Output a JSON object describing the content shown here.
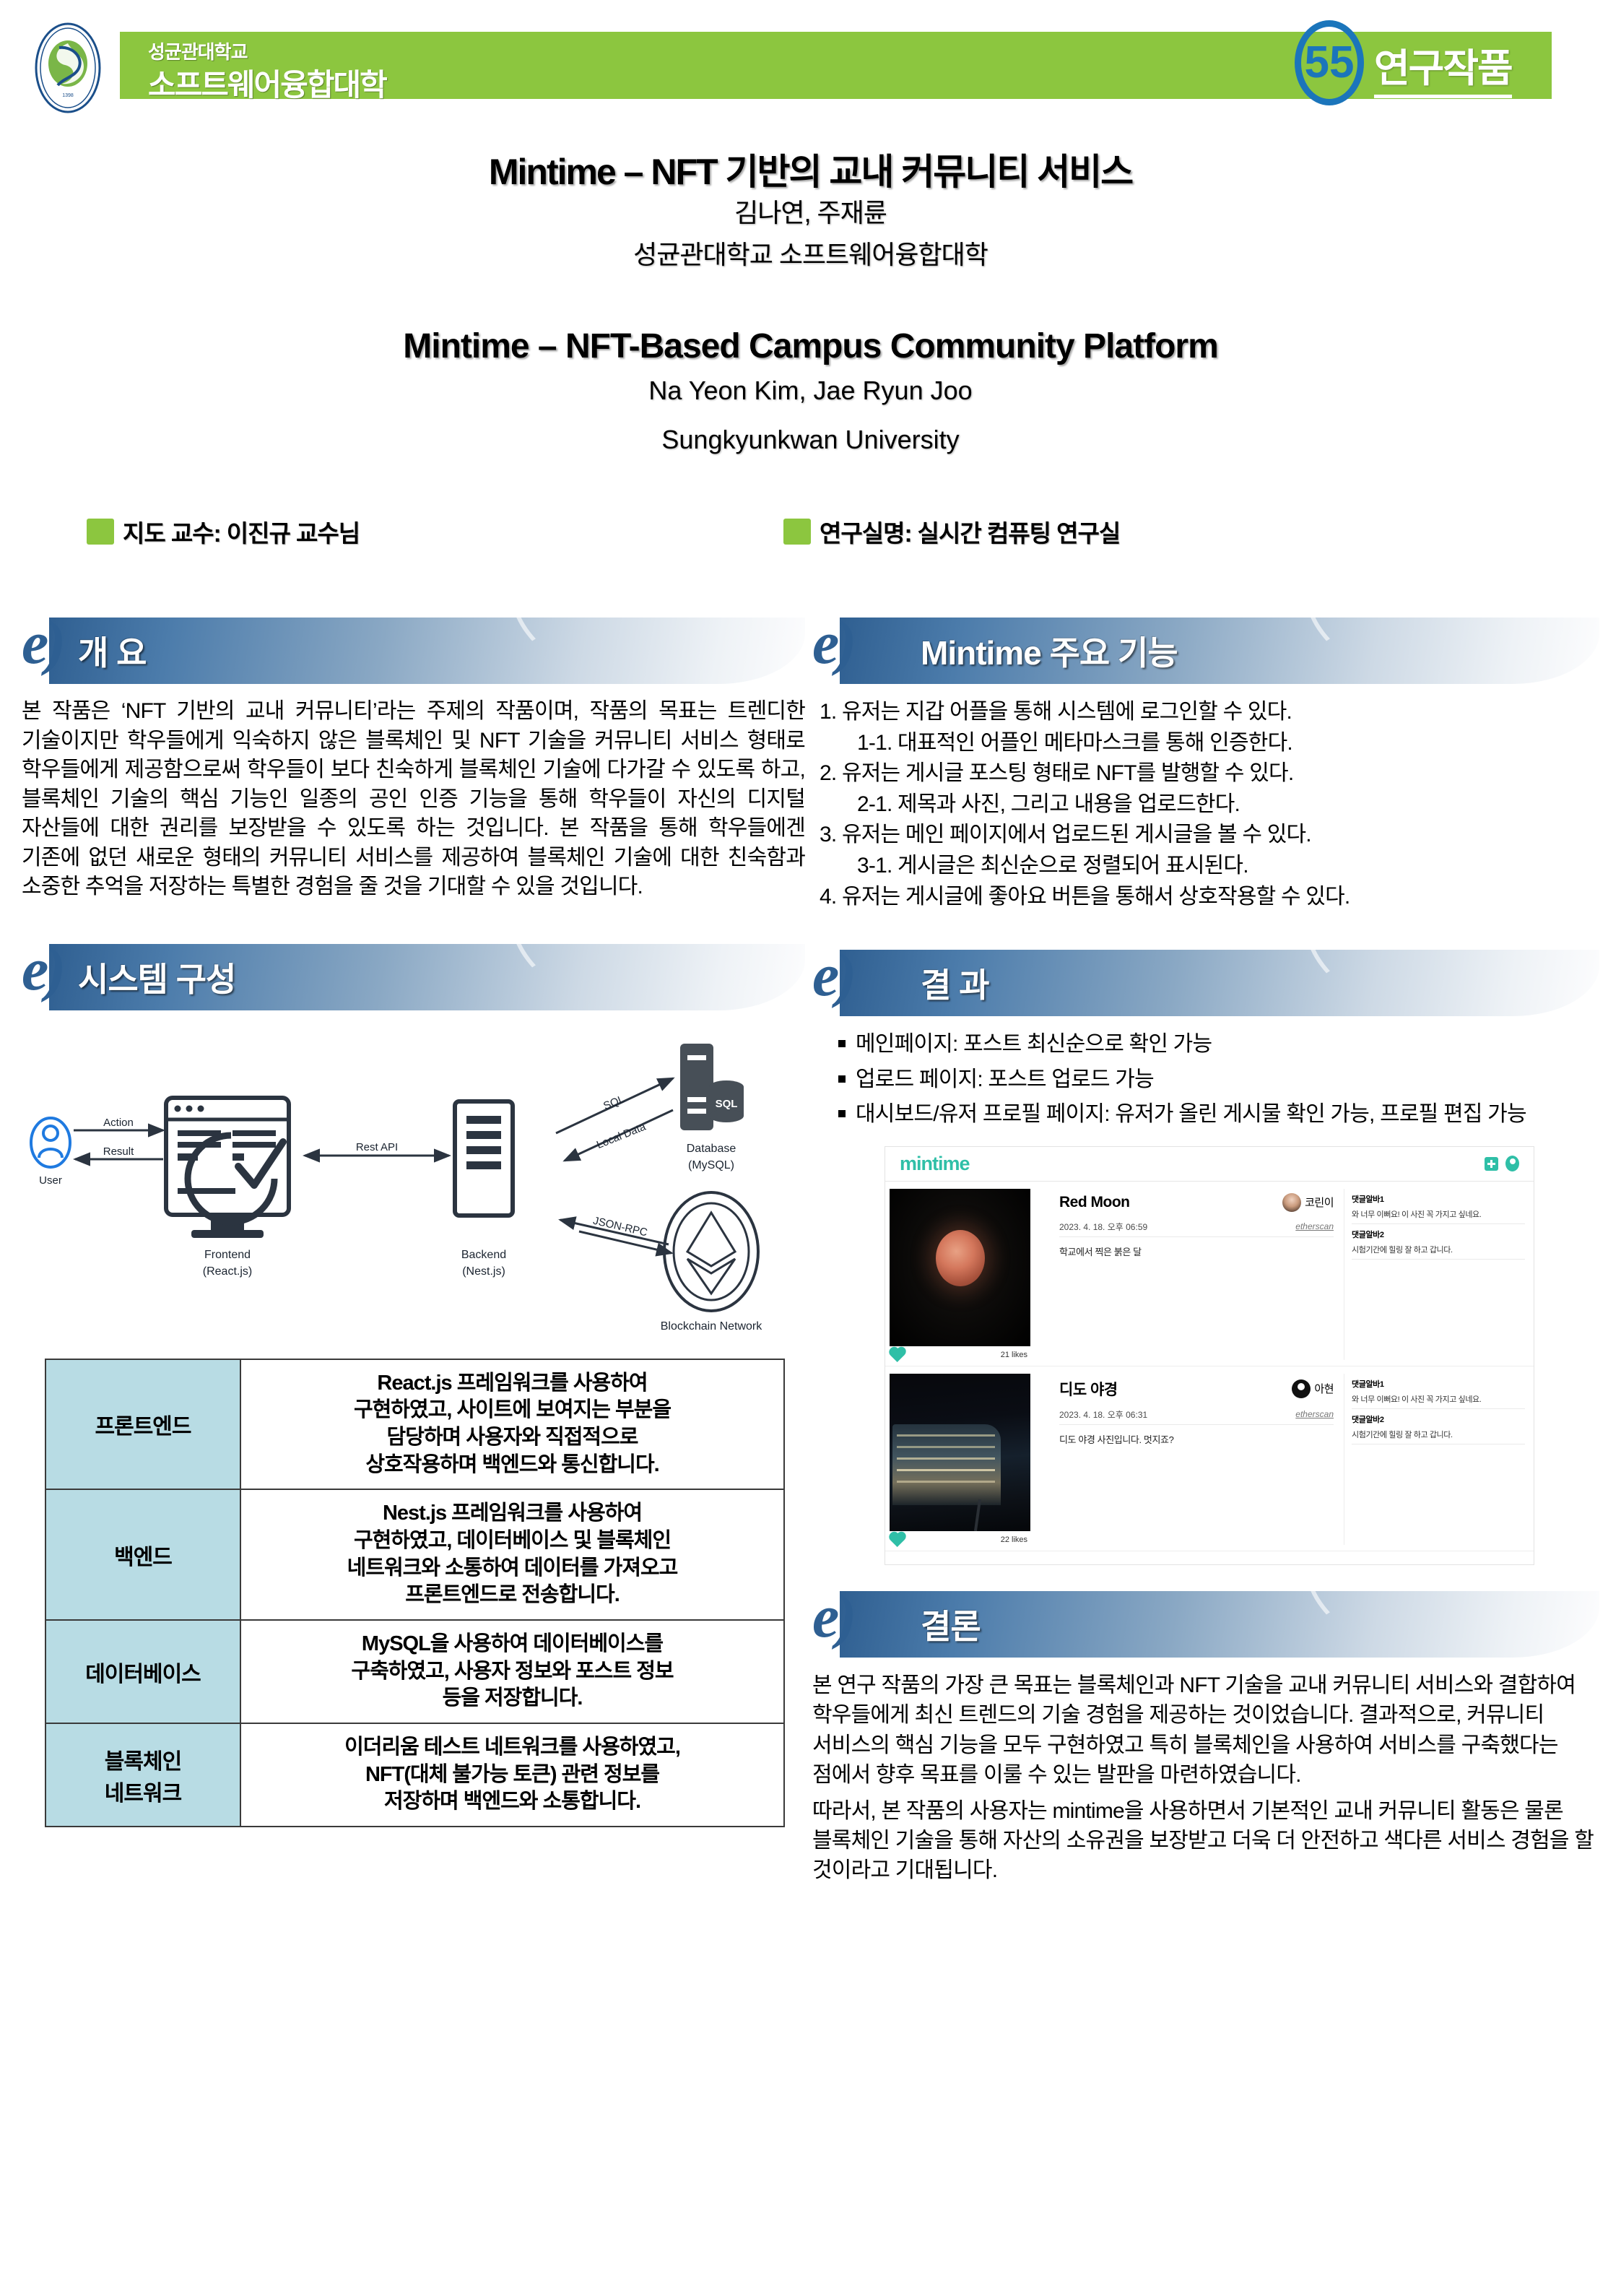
{
  "header": {
    "university": "성균관대학교",
    "college": "소프트웨어융합대학",
    "number": "55",
    "category": "연구작품",
    "seal_text": "SUNGKYUNKWAN UNIVERSITY",
    "band_color": "#8cc63f",
    "number_color": "#1b75bb"
  },
  "title": {
    "ko": "Mintime – NFT 기반의 교내 커뮤니티 서비스",
    "authors_ko": "김나연, 주재륜",
    "affiliation_ko": "성균관대학교 소프트웨어융합대학",
    "en": "Mintime – NFT-Based Campus Community Platform",
    "authors_en": "Na Yeon Kim, Jae Ryun Joo",
    "affiliation_en": "Sungkyunkwan University"
  },
  "meta": {
    "advisor": "지도 교수:  이진규 교수님",
    "lab": "연구실명: 실시간 컴퓨팅 연구실"
  },
  "sections": {
    "overview": {
      "title": "개 요",
      "body": "본 작품은 ‘NFT 기반의 교내 커뮤니티’라는 주제의 작품이며, 작품의 목표는 트렌디한 기술이지만 학우들에게 익숙하지 않은 블록체인 및 NFT 기술을 커뮤니티 서비스 형태로 학우들에게 제공함으로써 학우들이 보다 친숙하게 블록체인 기술에 다가갈 수 있도록 하고, 블록체인 기술의 핵심 기능인 일종의 공인 인증 기능을 통해 학우들이 자신의 디지털 자산들에 대한 권리를 보장받을 수 있도록 하는 것입니다. 본 작품을 통해 학우들에겐 기존에 없던 새로운 형태의 커뮤니티 서비스를 제공하여 블록체인 기술에 대한 친숙함과 소중한 추억을 저장하는 특별한 경험을 줄 것을 기대할 수 있을 것입니다."
    },
    "features": {
      "title": "Mintime 주요 기능",
      "items": [
        {
          "level": 1,
          "text": "1. 유저는 지갑 어플을 통해 시스템에 로그인할 수 있다."
        },
        {
          "level": 2,
          "text": "1-1. 대표적인 어플인 메타마스크를 통해 인증한다."
        },
        {
          "level": 1,
          "text": "2. 유저는 게시글 포스팅 형태로 NFT를 발행할 수 있다."
        },
        {
          "level": 2,
          "text": "2-1. 제목과 사진, 그리고 내용을 업로드한다."
        },
        {
          "level": 1,
          "text": "3. 유저는 메인 페이지에서 업로드된 게시글을 볼 수 있다."
        },
        {
          "level": 2,
          "text": "3-1. 게시글은 최신순으로 정렬되어 표시된다."
        },
        {
          "level": 1,
          "text": "4. 유저는 게시글에 좋아요 버튼을 통해서 상호작용할 수 있다."
        }
      ]
    },
    "results": {
      "title": "결 과",
      "items": [
        "메인페이지: 포스트 최신순으로 확인 가능",
        "업로드 페이지: 포스트 업로드 가능",
        "대시보드/유저 프로필 페이지: 유저가 올린 게시물 확인 가능, 프로필 편집 가능"
      ]
    },
    "system": {
      "title": "시스템 구성",
      "diagram": {
        "nodes": [
          {
            "id": "user",
            "label": "User"
          },
          {
            "id": "frontend",
            "label": "Frontend",
            "sub": "(React.js)"
          },
          {
            "id": "backend",
            "label": "Backend",
            "sub": "(Nest.js)"
          },
          {
            "id": "database",
            "label": "Database",
            "sub": "(MySQL)",
            "badge": "SQL"
          },
          {
            "id": "blockchain",
            "label": "Blockchain Network"
          }
        ],
        "edges": [
          {
            "label": "Action"
          },
          {
            "label": "Result"
          },
          {
            "label": "Rest API"
          },
          {
            "label": "SQL"
          },
          {
            "label": "Local Data"
          },
          {
            "label": "JSON-RPC"
          }
        ]
      },
      "table": {
        "header_bg": "#b8dce4",
        "rows": [
          {
            "key": "프론트엔드",
            "value": "React.js 프레임워크를 사용하여\n구현하였고, 사이트에 보여지는 부분을\n담당하며 사용자와 직접적으로\n상호작용하며 백엔드와 통신합니다."
          },
          {
            "key": "백엔드",
            "value": "Nest.js 프레임워크를 사용하여\n구현하였고, 데이터베이스 및 블록체인\n네트워크와 소통하여 데이터를 가져오고\n프론트엔드로 전송합니다."
          },
          {
            "key": "데이터베이스",
            "value": "MySQL을 사용하여 데이터베이스를\n구축하였고, 사용자 정보와 포스트 정보\n등을 저장합니다."
          },
          {
            "key": "블록체인\n네트워크",
            "value": "이더리움 테스트 네트워크를 사용하였고,\nNFT(대체 불가능 토큰) 관련 정보를\n저장하며 백엔드와 소통합니다."
          }
        ]
      }
    },
    "conclusion": {
      "title": "결론",
      "paragraphs": [
        "본 연구 작품의 가장 큰 목표는 블록체인과 NFT 기술을 교내 커뮤니티 서비스와 결합하여 학우들에게 최신 트렌드의 기술 경험을 제공하는 것이었습니다. 결과적으로, 커뮤니티 서비스의 핵심 기능을 모두 구현하였고 특히 블록체인을 사용하여 서비스를 구축했다는 점에서 향후 목표를 이룰 수 있는 발판을 마련하였습니다.",
        "따라서, 본 작품의 사용자는 mintime을 사용하면서 기본적인 교내 커뮤니티 활동은 물론 블록체인 기술을 통해 자산의 소유권을 보장받고 더욱 더 안전하고 색다른 서비스 경험을 할 것이라고 기대됩니다."
      ]
    }
  },
  "screenshot": {
    "logo": "mintime",
    "accent_color": "#2fbfa7",
    "posts": [
      {
        "title": "Red Moon",
        "author": "코린이",
        "date": "2023. 4. 18. 오후 06:59",
        "link": "etherscan",
        "body": "학교에서 찍은 붉은 달",
        "likes": "21 likes",
        "comments": [
          {
            "user": "댓글알바1",
            "text": "와 너무 이뻐요! 이 사진 꼭 가지고 싶네요."
          },
          {
            "user": "댓글알바2",
            "text": "시험기간에 힐링 잘 하고 갑니다."
          }
        ]
      },
      {
        "title": "디도 야경",
        "author": "아현",
        "date": "2023. 4. 18. 오후 06:31",
        "link": "etherscan",
        "body": "디도 야경 사진입니다. 멋지죠?",
        "likes": "22 likes",
        "comments": [
          {
            "user": "댓글알바1",
            "text": "와 너무 이뻐요! 이 사진 꼭 가지고 싶네요."
          },
          {
            "user": "댓글알바2",
            "text": "시험기간에 힐링 잘 하고 갑니다."
          }
        ]
      }
    ]
  }
}
